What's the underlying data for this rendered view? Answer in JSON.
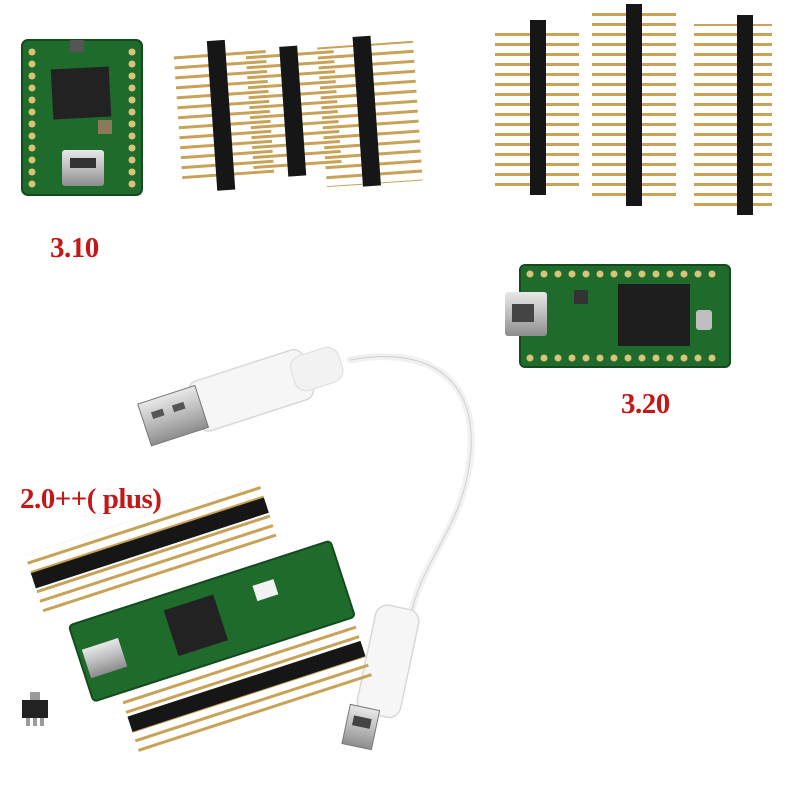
{
  "labels": {
    "v310": "3.10",
    "v320": "3.20",
    "v20pp": "2.0++( plus)"
  },
  "colors": {
    "pcb_green": "#1f6b2c",
    "pcb_dark": "#154a1f",
    "pin_gold": "#c8a257",
    "header_black": "#161616",
    "label_red": "#c41818",
    "cable_white": "#f4f4f4"
  }
}
